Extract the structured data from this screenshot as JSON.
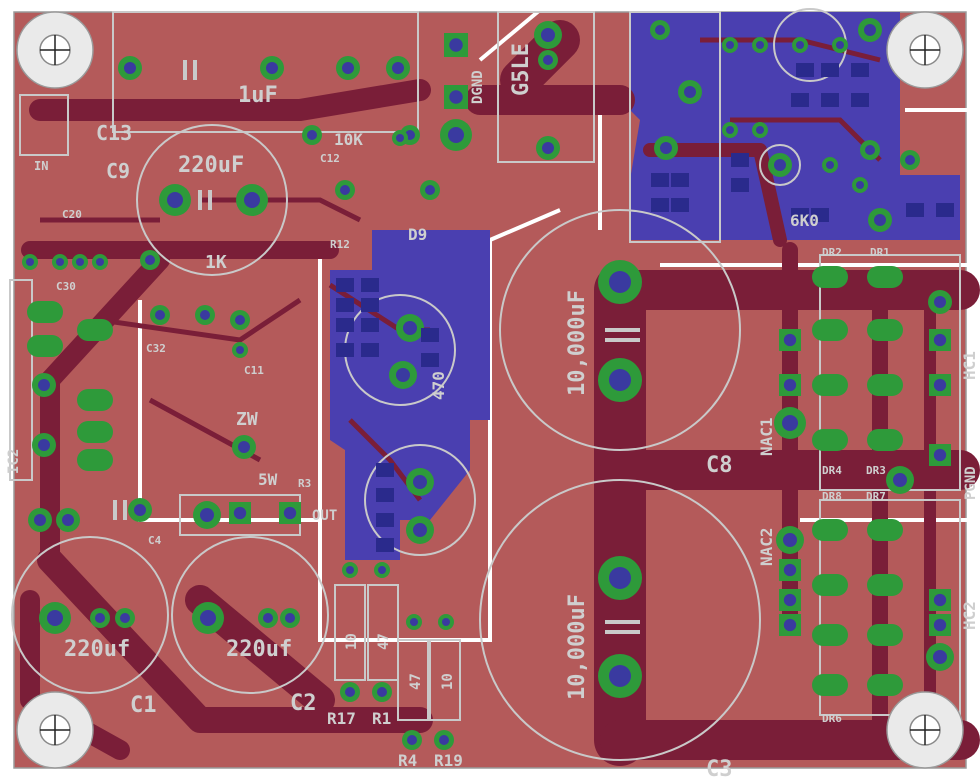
{
  "colors": {
    "board": "#b45a5a",
    "trace": "#7a1e38",
    "bottom_copper": "#4a3fb0",
    "silk": "#c9c9c9",
    "pad": "#2e9a3a",
    "drill": "#3a3aa0",
    "via_ring": "#4bb04b"
  },
  "labels": {
    "c13": "C13",
    "c13_value": "1uF",
    "c9": "C9",
    "c9_value": "220uF",
    "c8": "C8",
    "c8_value": "10,000uF",
    "c3": "C3",
    "c3_value": "10,000uF",
    "c1": "C1",
    "c1_value": "220uf",
    "c2": "C2",
    "c2_value": "220uf",
    "c12": "C12",
    "c4": "C4",
    "r10k": "10K",
    "r1k": "1K",
    "r17": "R17",
    "r1": "R1",
    "r4": "R4",
    "r19": "R19",
    "r47a": "47",
    "r47b": "47",
    "r10a": "10",
    "r10b": "10",
    "g5le": "G5LE",
    "dgnd": "DGND",
    "d9": "D9",
    "pgnd": "PGND",
    "hc1": "HC1",
    "hc2": "HC2",
    "nac1": "NAC1",
    "nac2": "NAC2",
    "ic2": "IC2",
    "out": "OUT",
    "zw": "ZW",
    "five_w": "5W",
    "in": "IN",
    "dr1": "DR1",
    "dr2": "DR2",
    "dr3": "DR3",
    "dr4": "DR4",
    "dr6": "DR6",
    "dr7": "DR7",
    "dr8": "DR8",
    "r47k": "470",
    "vr": "6K0",
    "r3": "R3",
    "r12": "R12",
    "c11": "C11",
    "c30": "C30",
    "c32": "C32",
    "c20": "C20"
  }
}
